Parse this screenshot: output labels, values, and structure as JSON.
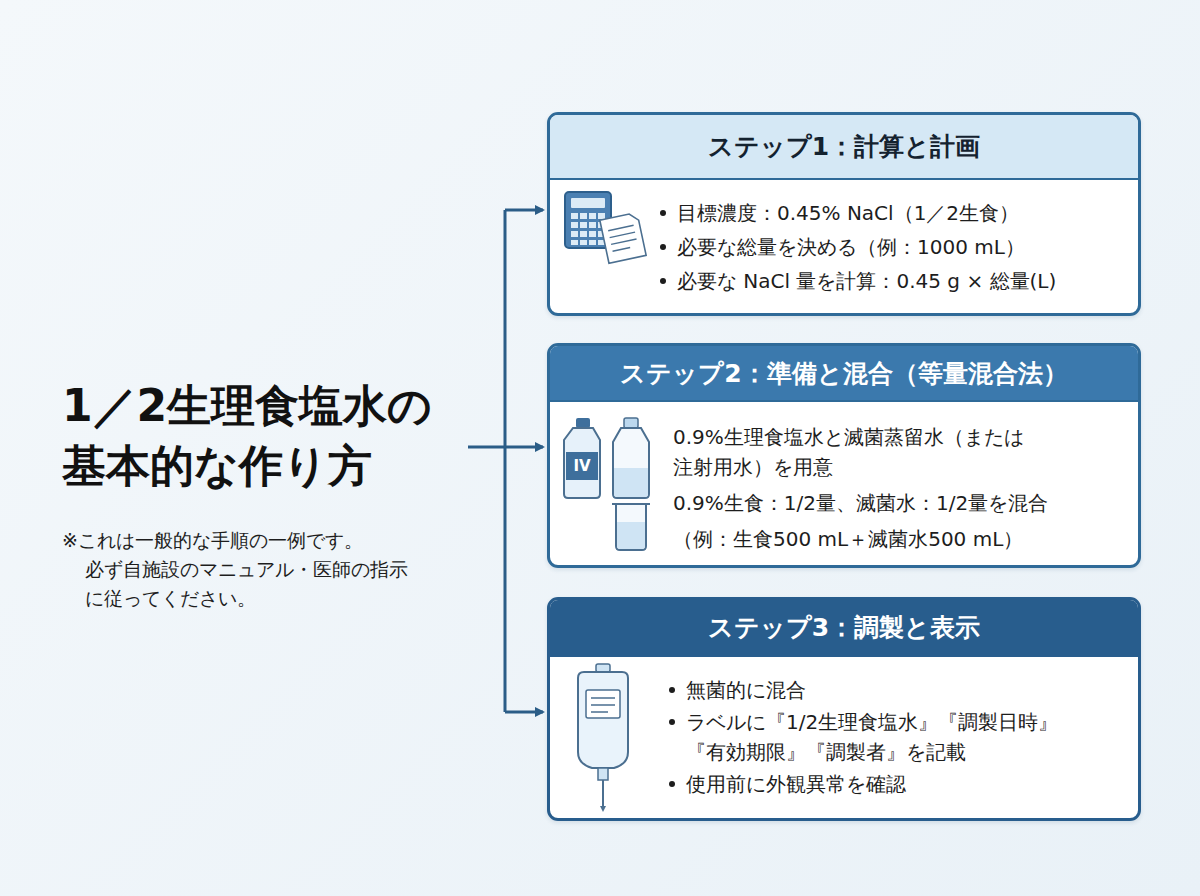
{
  "diagram": {
    "title": "1／2生理食塩水の 基本的な作り方",
    "nodes": [
      {
        "text": [
          "ステップ1：計算と計画",
          "目標濃度：0.45% NaCl（1／2生食）",
          "必要な総量を決める（例：1000 mL）",
          "必要な NaCl 量を計算：0.45 g × 総量(L)"
        ]
      },
      {
        "text": [
          "ステップ2：準備と混合（等量混合法）",
          "0.9%生理食塩水と滅菌蒸留水（または 注射用水）を用意",
          "0.9%生食：1/2量、滅菌水：1/2量を混合",
          "（例：生食500 mL＋滅菌水500 mL）"
        ]
      },
      {
        "text": [
          "ステップ3：調製と表示",
          "無菌的に混合",
          "ラベルに『1/2生理食塩水』『調製日時』 『有効期限』『調製者』を記載",
          "使用前に外観異常を確認"
        ]
      }
    ],
    "labels": [
      "※これは一般的な手順の一例です。 必ず自施設のマニュアル・医師の指示 に従ってください。",
      "IV"
    ]
  }
}
